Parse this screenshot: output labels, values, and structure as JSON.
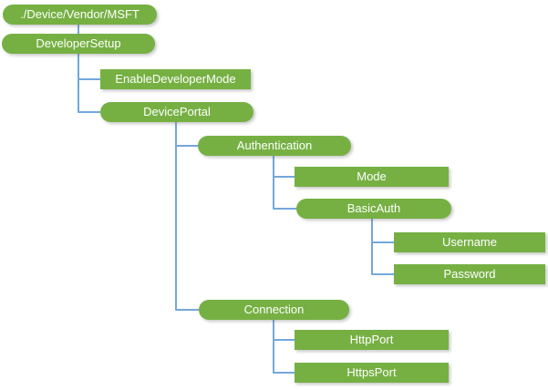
{
  "diagram": {
    "type": "tree",
    "nodes": [
      {
        "id": "root",
        "label": "./Device/Vendor/MSFT",
        "shape": "rounded",
        "parent": null
      },
      {
        "id": "developer-setup",
        "label": "DeveloperSetup",
        "shape": "rounded",
        "parent": "root"
      },
      {
        "id": "enable-developer-mode",
        "label": "EnableDeveloperMode",
        "shape": "rectangle",
        "parent": "developer-setup"
      },
      {
        "id": "device-portal",
        "label": "DevicePortal",
        "shape": "rounded",
        "parent": "developer-setup"
      },
      {
        "id": "authentication",
        "label": "Authentication",
        "shape": "rounded",
        "parent": "device-portal"
      },
      {
        "id": "mode",
        "label": "Mode",
        "shape": "rectangle",
        "parent": "authentication"
      },
      {
        "id": "basic-auth",
        "label": "BasicAuth",
        "shape": "rounded",
        "parent": "authentication"
      },
      {
        "id": "username",
        "label": "Username",
        "shape": "rectangle",
        "parent": "basic-auth"
      },
      {
        "id": "password",
        "label": "Password",
        "shape": "rectangle",
        "parent": "basic-auth"
      },
      {
        "id": "connection",
        "label": "Connection",
        "shape": "rounded",
        "parent": "device-portal"
      },
      {
        "id": "http-port",
        "label": "HttpPort",
        "shape": "rectangle",
        "parent": "connection"
      },
      {
        "id": "https-port",
        "label": "HttpsPort",
        "shape": "rectangle",
        "parent": "connection"
      }
    ],
    "colors": {
      "node_fill": "#76B043",
      "node_text": "#FFFFFF",
      "connector": "#74A7DC",
      "background": "#FFFFFF"
    }
  }
}
